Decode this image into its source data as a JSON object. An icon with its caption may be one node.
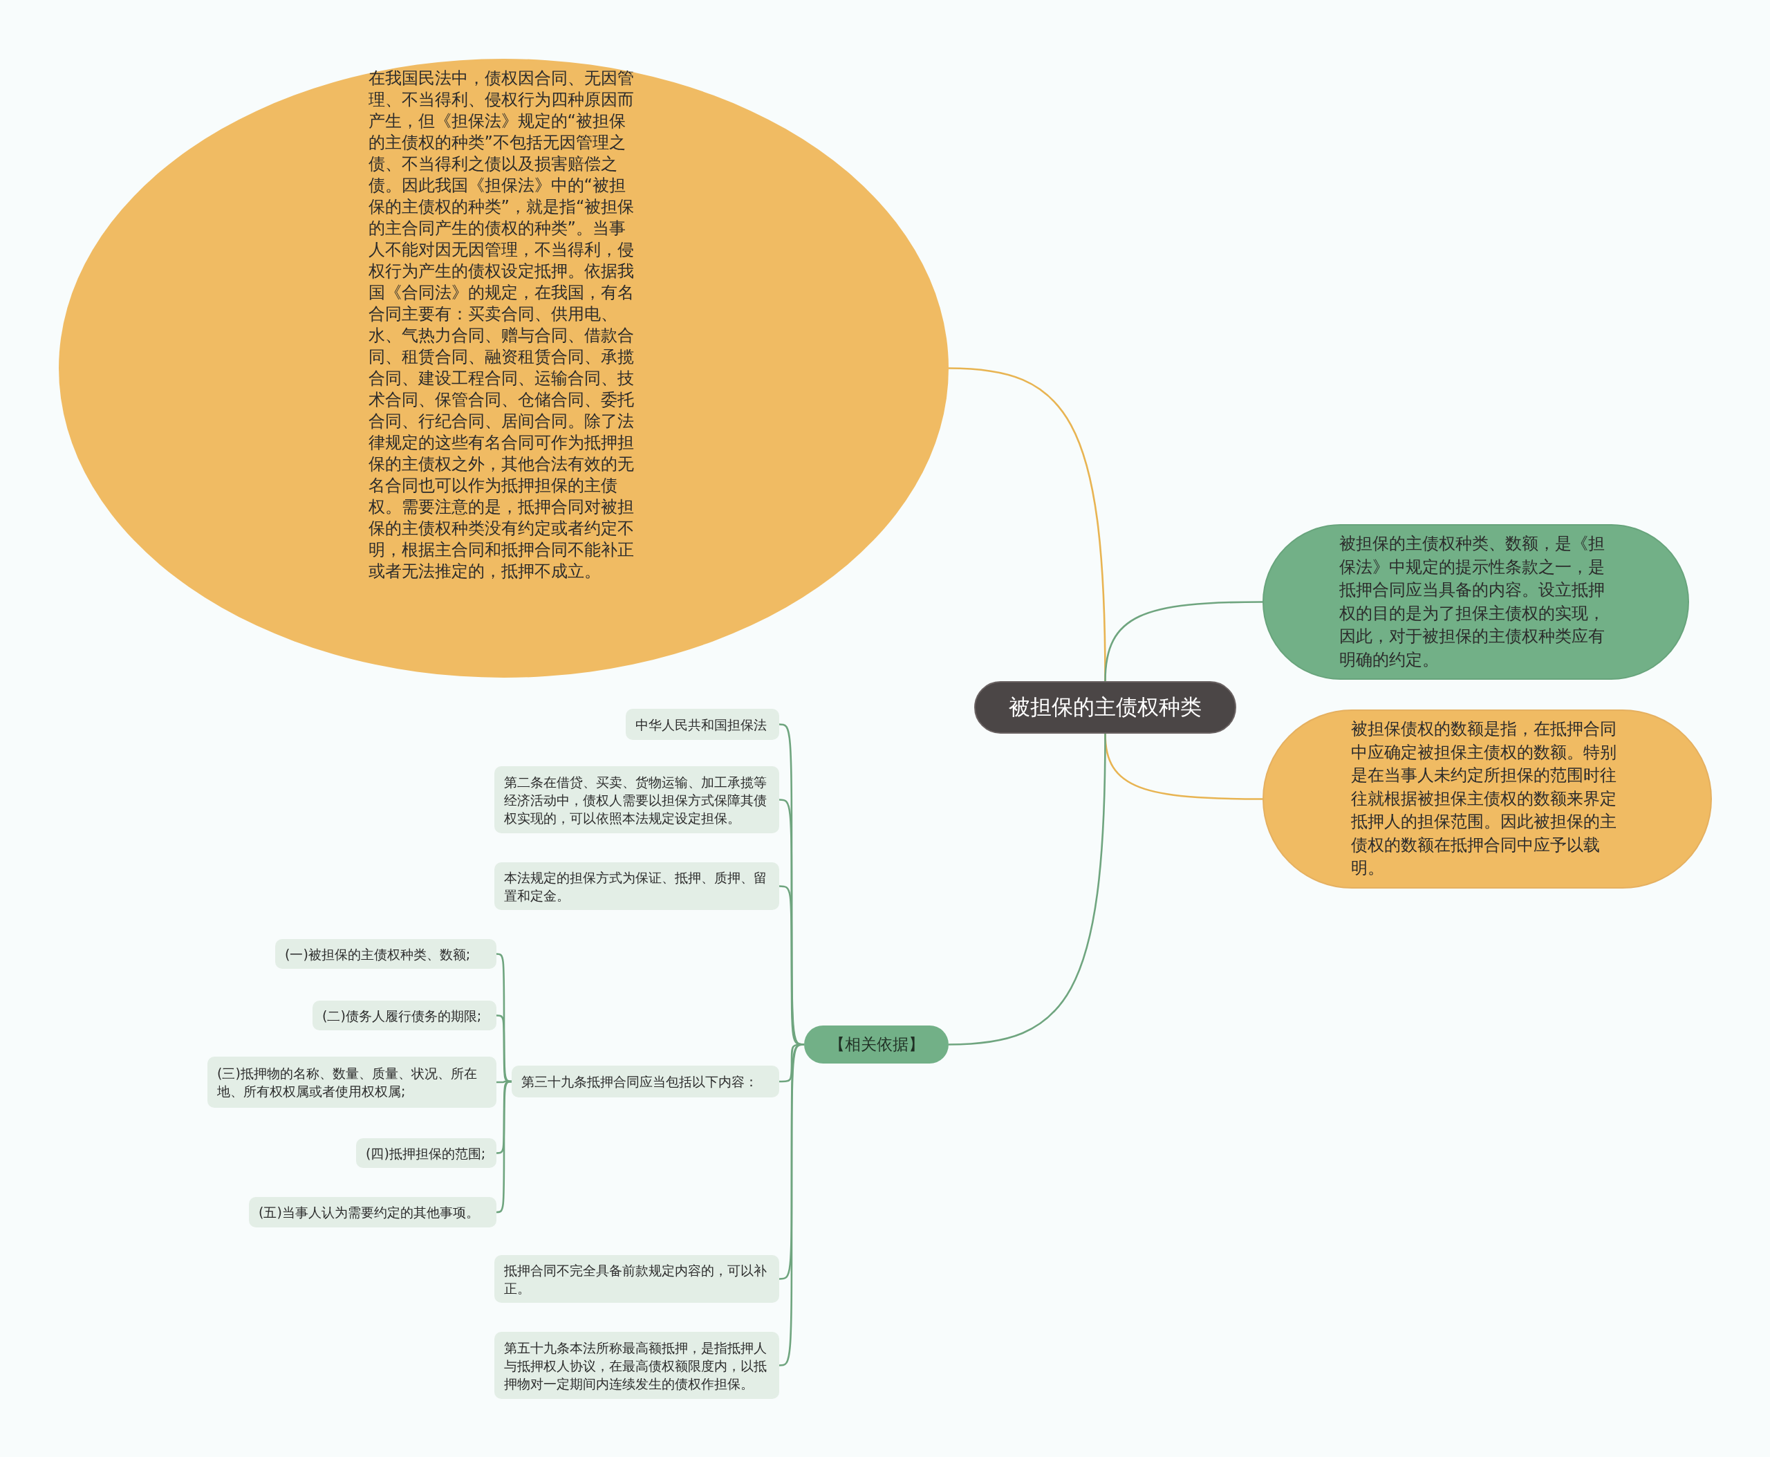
{
  "diagram": {
    "nodes": [
      {
        "text": [
          "被担保的主债权种类"
        ]
      },
      {
        "text": [
          "在我国民法中，债权因合同、无因管理、不当得利、侵权行为四种原因而产生，但《担保法》规定的“被担保的主债权的种类”不包括无因管理之债、不当得利之债以及损害赔偿之债。因此我国《担保法》中的“被担保的主债权的种类”，就是指“被担保的主合同产生的债权的种类”。当事人不能对因无因管理，不当得利，侵权行为产生的债权设定抵押。依据我国《合同法》的规定，在我国，有名合同主要有：买卖合同、供用电、水、气热力合同、赠与合同、借款合同、租赁合同、融资租赁合同、承揽合同、建设工程合同、运输合同、技术合同、保管合同、仓储合同、委托合同、行纪合同、居间合同。除了法律规定的这些有名合同可作为抵押担保的主债权之外，其他合法有效的无名合同也可以作为抵押担保的主债权。需要注意的是，抵押合同对被担保的主债权种类没有约定或者约定不明，根据主合同和抵押合同不能补正或者无法推定的，抵押不成立。"
        ]
      },
      {
        "text": [
          "被担保的主债权种类、数额，是《担保法》中规定的提示性条款之一，是抵押合同应当具备的内容。设立抵押权的目的是为了担保主债权的实现，因此，对于被担保的主债权种类应有明确的约定。"
        ]
      },
      {
        "text": [
          "被担保债权的数额是指，在抵押合同中应确定被担保主债权的数额。特别是在当事人未约定所担保的范围时往往就根据被担保主债权的数额来界定抵押人的担保范围。因此被担保的主债权的数额在抵押合同中应予以载明。"
        ]
      },
      {
        "text": [
          "【相关依据】"
        ]
      },
      {
        "text": [
          "中华人民共和国担保法"
        ]
      },
      {
        "text": [
          "第二条在借贷、买卖、货物运输、加工承揽等经济活动中，债权人需要以担保方式保障其债权实现的，可以依照本法规定设定担保。"
        ]
      },
      {
        "text": [
          "本法规定的担保方式为保证、抵押、质押、留置和定金。"
        ]
      },
      {
        "text": [
          "第三十九条抵押合同应当包括以下内容："
        ]
      },
      {
        "text": [
          "(一)被担保的主债权种类、数额;"
        ]
      },
      {
        "text": [
          "(二)债务人履行债务的期限;"
        ]
      },
      {
        "text": [
          "(三)抵押物的名称、数量、质量、状况、所在地、所有权权属或者使用权权属;"
        ]
      },
      {
        "text": [
          "(四)抵押担保的范围;"
        ]
      },
      {
        "text": [
          "(五)当事人认为需要约定的其他事项。"
        ]
      },
      {
        "text": [
          "抵押合同不完全具备前款规定内容的，可以补正。"
        ]
      },
      {
        "text": [
          "第五十九条本法所称最高额抵押，是指抵押人与抵押权人协议，在最高债权额限度内，以抵押物对一定期间内连续发生的债权作担保。"
        ]
      }
    ],
    "edges": [
      {
        "from": 0,
        "to": 1,
        "arrow": "none",
        "color": "#e8b452"
      },
      {
        "from": 0,
        "to": 2,
        "arrow": "none"
      },
      {
        "from": 0,
        "to": 3,
        "arrow": "none",
        "color": "#e8b452"
      },
      {
        "from": 0,
        "to": 4,
        "arrow": "none"
      },
      {
        "from": 4,
        "to": 5,
        "arrow": "none"
      },
      {
        "from": 4,
        "to": 6,
        "arrow": "none"
      },
      {
        "from": 4,
        "to": 7,
        "arrow": "none"
      },
      {
        "from": 4,
        "to": 8,
        "arrow": "none"
      },
      {
        "from": 8,
        "to": 9,
        "arrow": "none"
      },
      {
        "from": 8,
        "to": 10,
        "arrow": "none"
      },
      {
        "from": 8,
        "to": 11,
        "arrow": "none"
      },
      {
        "from": 8,
        "to": 12,
        "arrow": "none"
      },
      {
        "from": 8,
        "to": 13,
        "arrow": "none"
      },
      {
        "from": 4,
        "to": 14,
        "arrow": "none"
      },
      {
        "from": 4,
        "to": 15,
        "arrow": "none"
      }
    ]
  }
}
